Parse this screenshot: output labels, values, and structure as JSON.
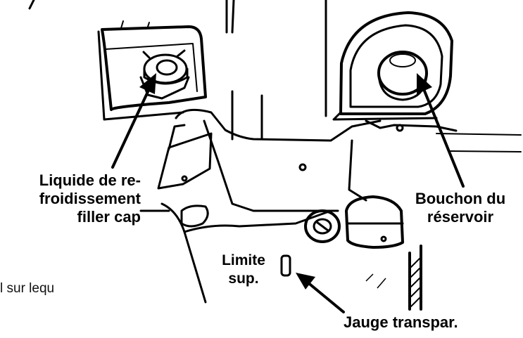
{
  "labels": {
    "coolant": {
      "line1": "Liquide de re-",
      "line2": "froidissement",
      "line3": "filler cap"
    },
    "reservoir": {
      "line1": "Bouchon du",
      "line2": "réservoir"
    },
    "limit": {
      "line1": "Limite",
      "line2": "sup."
    },
    "gauge": "Jauge transpar.",
    "text_fragment": "l sur lequ"
  }
}
